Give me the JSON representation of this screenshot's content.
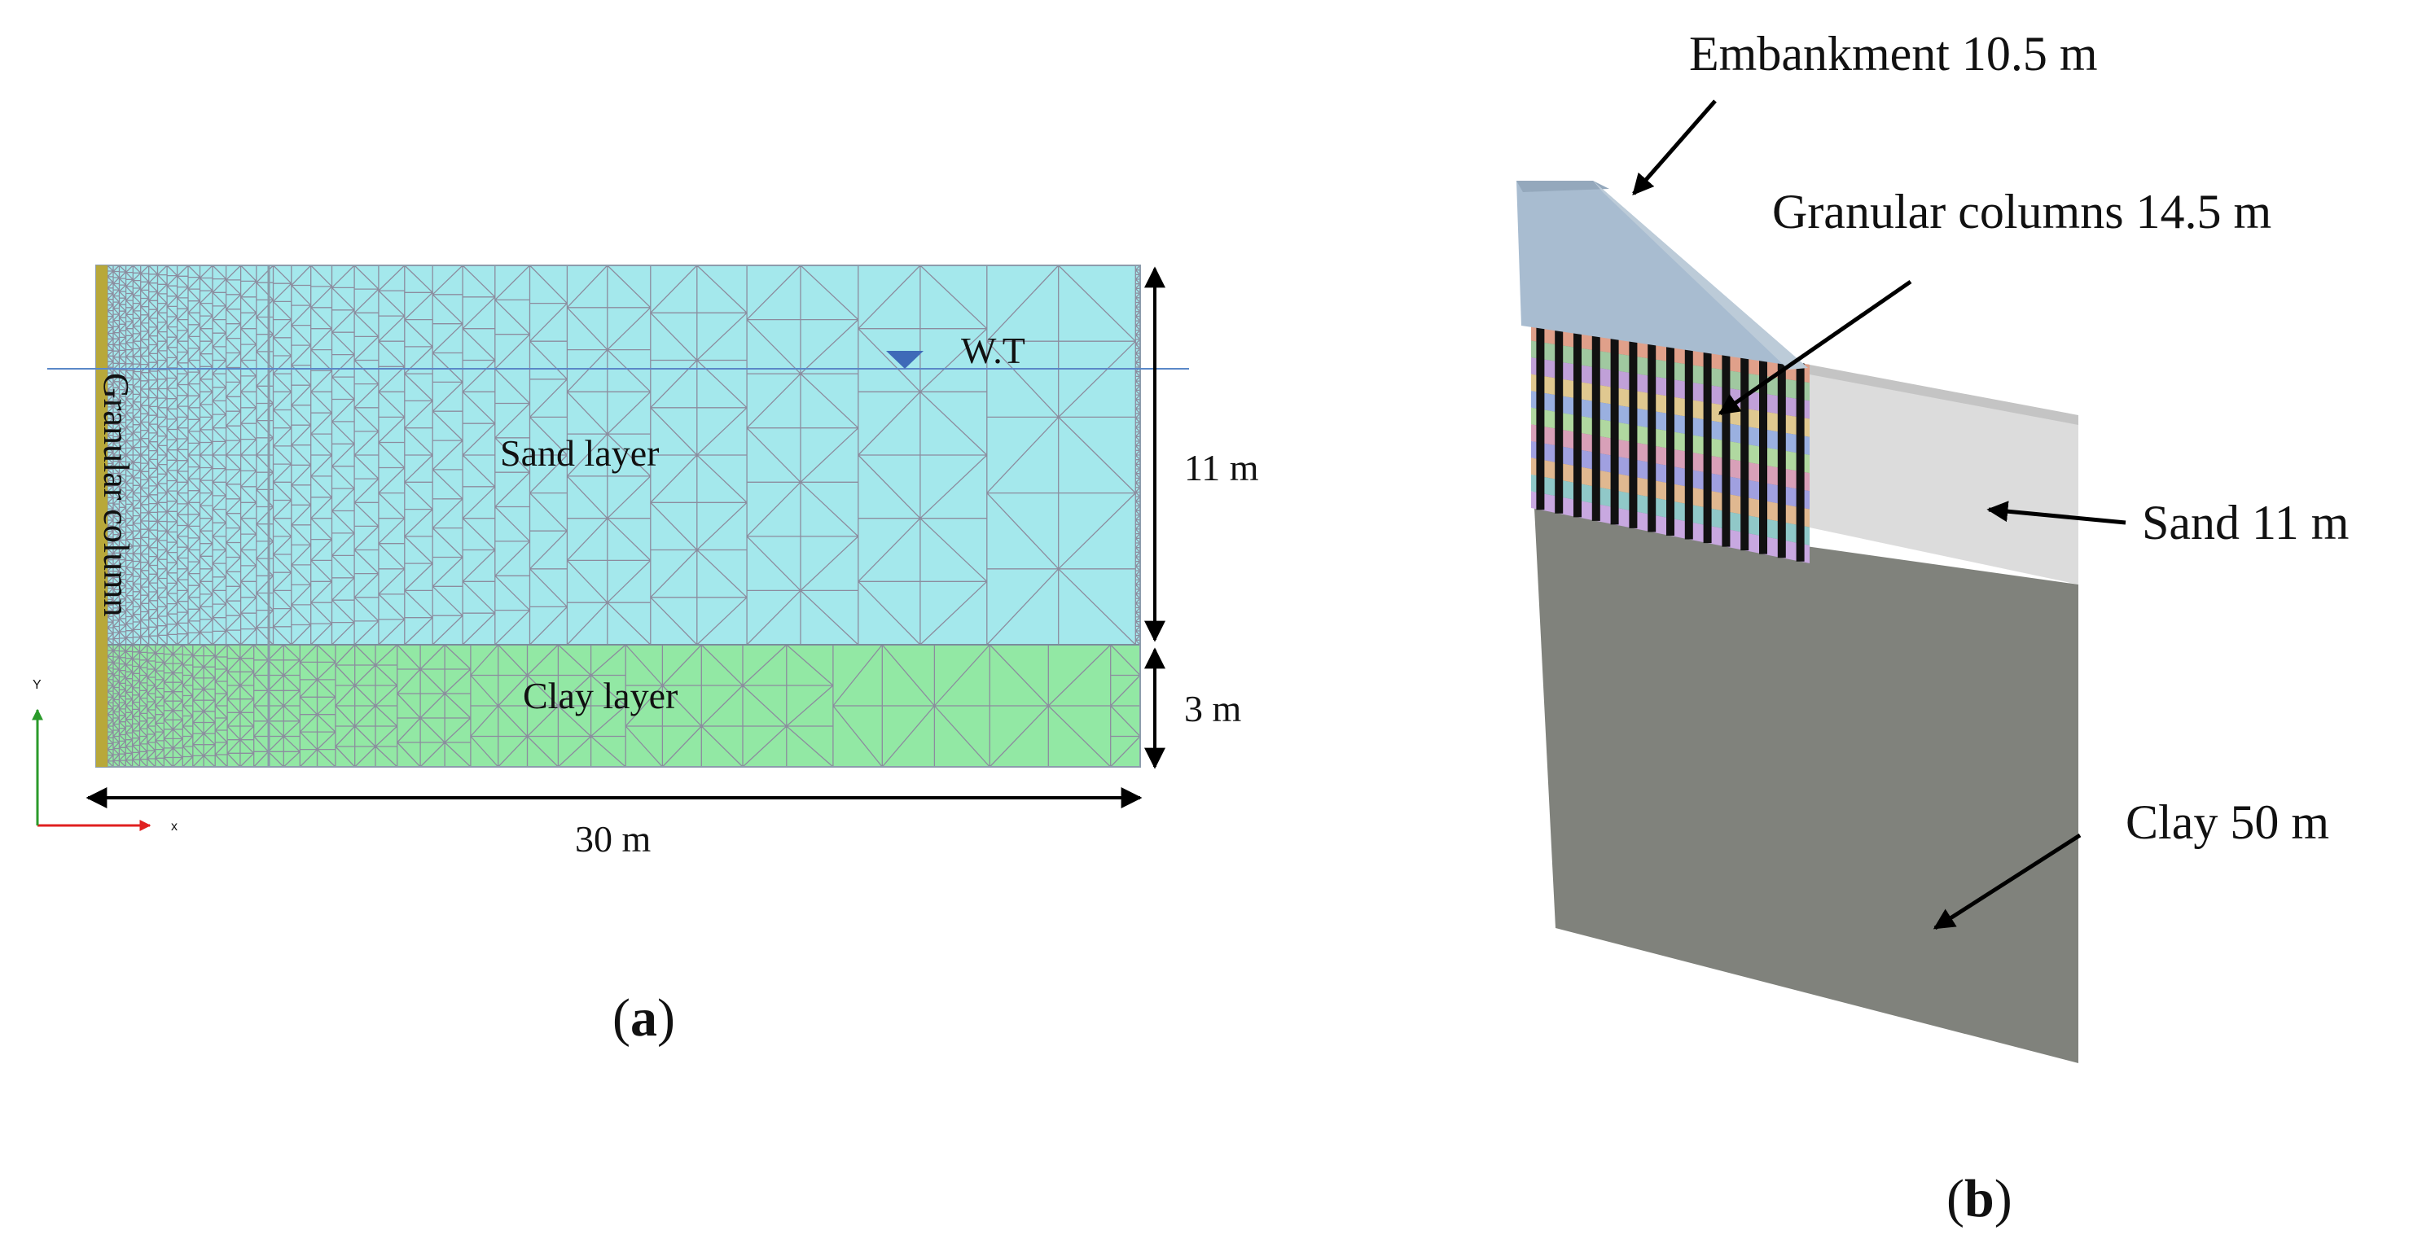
{
  "panel_a": {
    "caption_open": "(",
    "caption_letter": "a",
    "caption_close": ")",
    "granular_column_label": "Granular column",
    "water_table_label": "W.T",
    "sand_label": "Sand layer",
    "clay_label": "Clay layer",
    "sand_height": "11 m",
    "clay_height": "3 m",
    "width": "30 m",
    "axis_y": "Y",
    "axis_x": "x"
  },
  "panel_b": {
    "caption_open": "(",
    "caption_letter": "b",
    "caption_close": ")",
    "embankment_label": "Embankment 10.5 m",
    "columns_label": "Granular columns 14.5  m",
    "sand_label": "Sand  11  m",
    "clay_label": "Clay 50 m"
  },
  "colors": {
    "sand": "#a4e8ec",
    "clay": "#92e8a4",
    "mesh": "#8c8c9e",
    "granular_column": "#b8a83a",
    "water_line": "#5a88c8",
    "embankment": "#a8bcd0",
    "sand_3d": "#dcdcdc",
    "clay_3d": "#80827c"
  }
}
